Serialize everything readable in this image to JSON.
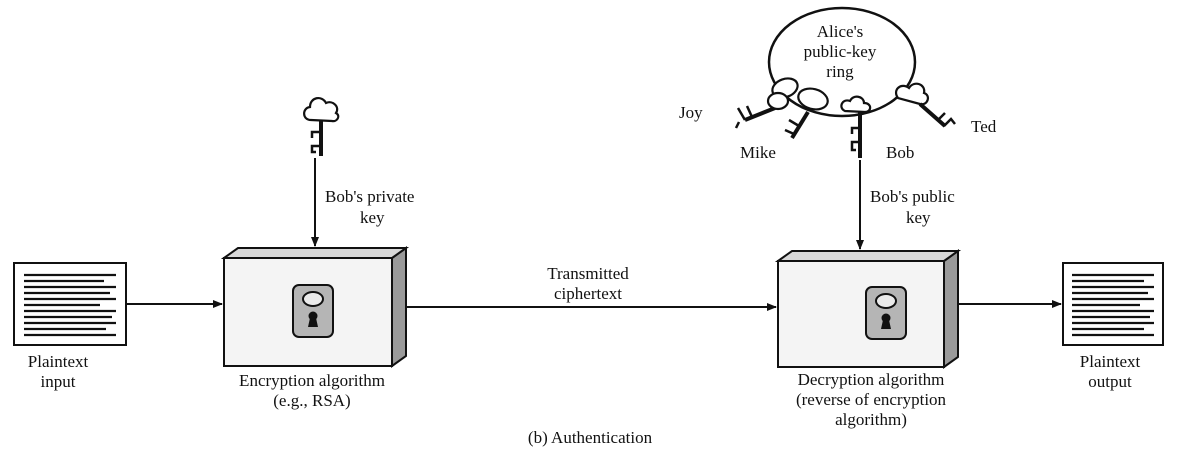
{
  "labels": {
    "plaintext_input_1": "Plaintext",
    "plaintext_input_2": "input",
    "encryption_1": "Encryption algorithm",
    "encryption_2": "(e.g., RSA)",
    "private_key_1": "Bob's private",
    "private_key_2": "key",
    "transmitted_1": "Transmitted",
    "transmitted_2": "ciphertext",
    "public_key_1": "Bob's public",
    "public_key_2": "key",
    "decryption_1": "Decryption algorithm",
    "decryption_2": "(reverse of encryption",
    "decryption_3": "algorithm)",
    "plaintext_output_1": "Plaintext",
    "plaintext_output_2": "output",
    "ring_1": "Alice's",
    "ring_2": "public-key",
    "ring_3": "ring",
    "key_joy": "Joy",
    "key_mike": "Mike",
    "key_bob": "Bob",
    "key_ted": "Ted",
    "caption": "(b) Authentication"
  },
  "colors": {
    "line": "#111111",
    "box_front": "#f4f4f4",
    "box_side": "#9a9a9a",
    "lock_plate": "#b5b5b5"
  }
}
